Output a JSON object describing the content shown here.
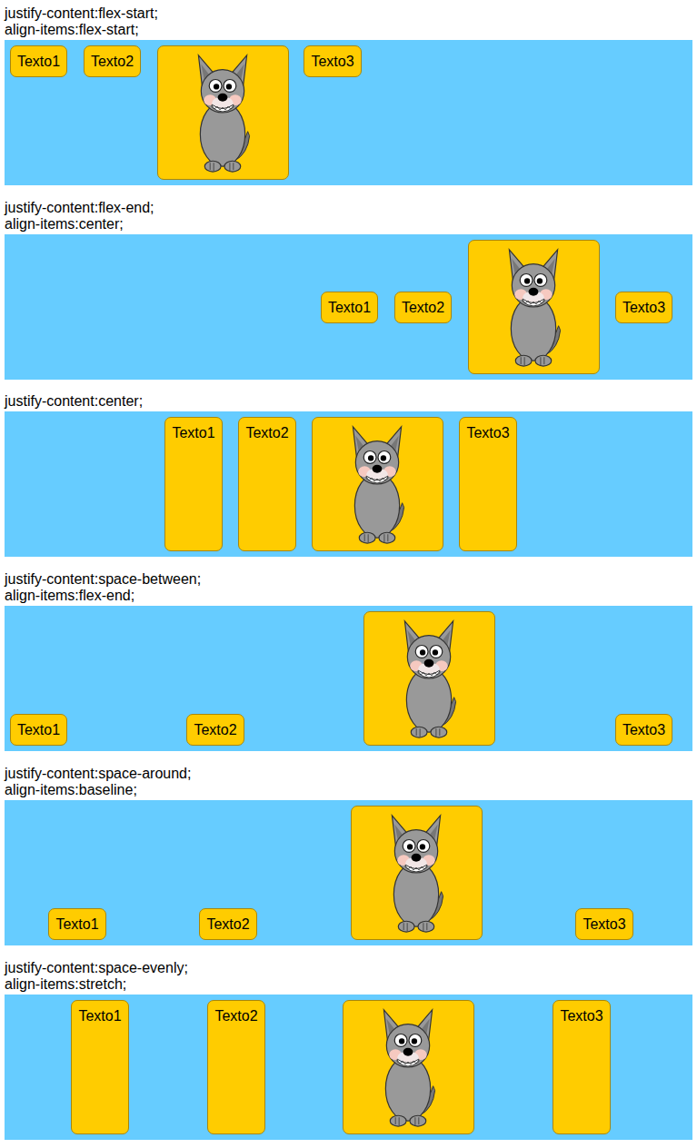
{
  "diagram": {
    "nodes": [
      {
        "text": [
          "justify-content:flex-start;",
          "align-items:flex-start;"
        ]
      },
      {
        "text": [
          "Texto1"
        ],
        "in": 0
      },
      {
        "text": [
          "Texto2"
        ],
        "in": 0
      },
      {
        "text": [
          "Texto3"
        ],
        "in": 0
      },
      {
        "text": [
          "justify-content:flex-end;",
          "align-items:center;"
        ]
      },
      {
        "text": [
          "Texto1"
        ],
        "in": 4
      },
      {
        "text": [
          "Texto2"
        ],
        "in": 4
      },
      {
        "text": [
          "Texto3"
        ],
        "in": 4
      },
      {
        "text": [
          "justify-content:center;"
        ]
      },
      {
        "text": [
          "Texto1"
        ],
        "in": 8
      },
      {
        "text": [
          "Texto2"
        ],
        "in": 8
      },
      {
        "text": [
          "Texto3"
        ],
        "in": 8
      },
      {
        "text": [
          "justify-content:space-between;",
          "align-items:flex-end;"
        ]
      },
      {
        "text": [
          "Texto1"
        ],
        "in": 12
      },
      {
        "text": [
          "Texto2"
        ],
        "in": 12
      },
      {
        "text": [
          "Texto3"
        ],
        "in": 12
      },
      {
        "text": [
          "justify-content:space-around;",
          "align-items:baseline;"
        ]
      },
      {
        "text": [
          "Texto1"
        ],
        "in": 16
      },
      {
        "text": [
          "Texto2"
        ],
        "in": 16
      },
      {
        "text": [
          "Texto3"
        ],
        "in": 16
      },
      {
        "text": [
          "justify-content:space-evenly;",
          "align-items:stretch;"
        ]
      },
      {
        "text": [
          "Texto1"
        ],
        "in": 20
      },
      {
        "text": [
          "Texto2"
        ],
        "in": 20
      },
      {
        "text": [
          "Texto3"
        ],
        "in": 20
      }
    ]
  }
}
